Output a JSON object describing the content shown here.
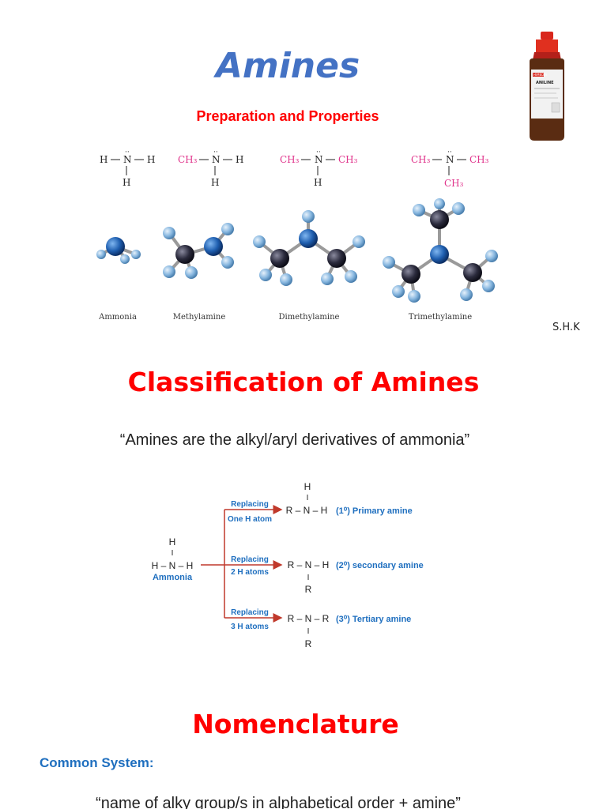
{
  "header": {
    "title": "Amines",
    "subtitle": "Preparation and Properties",
    "author": "S.H.K"
  },
  "bottle": {
    "brand": "HiMEDIA",
    "label": "ANILINE"
  },
  "structures": [
    {
      "left": "H",
      "center": "N",
      "right": "H",
      "bottom": "H"
    },
    {
      "left": "CH₃",
      "center": "N",
      "right": "H",
      "bottom": "H"
    },
    {
      "left": "CH₃",
      "center": "N",
      "right": "CH₃",
      "bottom": "H"
    },
    {
      "left": "CH₃",
      "center": "N",
      "right": "CH₃",
      "bottom": "CH₃"
    }
  ],
  "molecules": {
    "labels": [
      "Ammonia",
      "Methylamine",
      "Dimethylamine",
      "Trimethylamine"
    ]
  },
  "classification": {
    "heading": "Classification of Amines",
    "quote": "“Amines are the alkyl/aryl derivatives of ammonia”",
    "ammonia": {
      "top_h": "H",
      "bar": "I",
      "formula": "H – N – H",
      "name": "Ammonia"
    },
    "branches": [
      {
        "replace_1": "Replacing",
        "replace_2": "One H atom",
        "top": "H",
        "formula": "R – N – H",
        "bottom": "",
        "type": "(1⁰) Primary amine"
      },
      {
        "replace_1": "Replacing",
        "replace_2": "2 H atoms",
        "top": "",
        "formula": "R – N – H",
        "bottom": "R",
        "type": "(2⁰) secondary amine"
      },
      {
        "replace_1": "Replacing",
        "replace_2": "3 H atoms",
        "top": "",
        "formula": "R – N – R",
        "bottom": "R",
        "type": "(3⁰) Tertiary  amine"
      }
    ],
    "bar": "I"
  },
  "nomenclature": {
    "heading": "Nomenclature",
    "system": "Common System:",
    "quote": "“name of alky group/s in alphabetical order + amine”"
  },
  "colors": {
    "title": "#4472c4",
    "red": "#ff0000",
    "pink": "#e0348c",
    "blue": "#1f6fbf",
    "arrow": "#c0392b"
  }
}
